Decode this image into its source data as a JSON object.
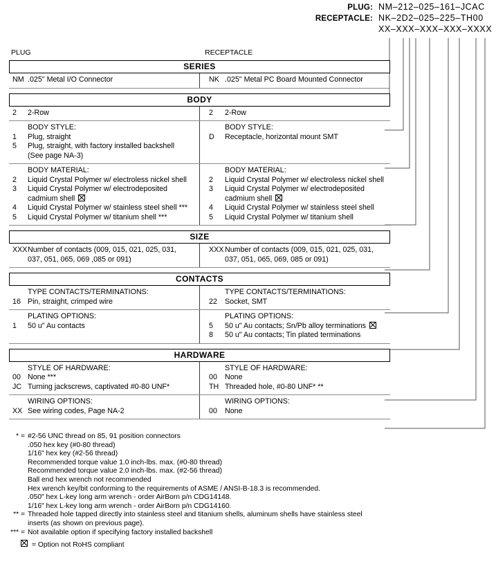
{
  "part_number": {
    "plug_label": "PLUG:",
    "plug_code": "NM–212–025–161–JCAC",
    "receptacle_label": "RECEPTACLE:",
    "receptacle_code": "NK–2D2–025–225–TH00",
    "mask_code": "XX–XXX–XXX–XXX–XXXX"
  },
  "columns": {
    "left": "PLUG",
    "right": "RECEPTACLE"
  },
  "sections": [
    {
      "title": "SERIES",
      "blocks": [
        {
          "left": {
            "sublabel": "",
            "options": [
              {
                "code": "NM",
                "text": ".025\" Metal I/O Connector"
              }
            ]
          },
          "right": {
            "sublabel": "",
            "options": [
              {
                "code": "NK",
                "text": ".025\" Metal PC Board Mounted Connector"
              }
            ]
          }
        }
      ]
    },
    {
      "title": "BODY",
      "blocks": [
        {
          "left": {
            "sublabel": "",
            "options": [
              {
                "code": "2",
                "text": "2-Row"
              }
            ]
          },
          "right": {
            "sublabel": "",
            "options": [
              {
                "code": "2",
                "text": "2-Row"
              }
            ]
          }
        },
        {
          "left": {
            "sublabel": "BODY STYLE:",
            "options": [
              {
                "code": "1",
                "text": "Plug, straight"
              },
              {
                "code": "5",
                "text": "Plug, straight, with factory installed backshell"
              },
              {
                "code": "",
                "text": "(See page NA-3)"
              }
            ]
          },
          "right": {
            "sublabel": "BODY STYLE:",
            "options": [
              {
                "code": "D",
                "text": "Receptacle, horizontal mount SMT"
              }
            ]
          }
        },
        {
          "left": {
            "sublabel": "BODY MATERIAL:",
            "options": [
              {
                "code": "2",
                "text": "Liquid Crystal Polymer w/ electroless nickel shell"
              },
              {
                "code": "3",
                "text": "Liquid Crystal Polymer w/ electrodeposited"
              },
              {
                "code": "",
                "text": "cadmium shell",
                "rohs": true
              },
              {
                "code": "4",
                "text": "Liquid Crystal Polymer w/ stainless steel shell ***"
              },
              {
                "code": "5",
                "text": "Liquid Crystal Polymer w/ titanium shell ***"
              }
            ]
          },
          "right": {
            "sublabel": "BODY MATERIAL:",
            "options": [
              {
                "code": "2",
                "text": "Liquid Crystal Polymer w/ electroless nickel shell"
              },
              {
                "code": "3",
                "text": "Liquid Crystal Polymer w/ electrodeposited"
              },
              {
                "code": "",
                "text": "cadmium shell",
                "rohs": true
              },
              {
                "code": "4",
                "text": "Liquid Crystal Polymer w/ stainless steel shell"
              },
              {
                "code": "5",
                "text": "Liquid Crystal Polymer w/ titanium shell"
              }
            ]
          }
        }
      ]
    },
    {
      "title": "SIZE",
      "blocks": [
        {
          "left": {
            "sublabel": "",
            "options": [
              {
                "code": "XXX",
                "text": "Number of contacts (009, 015, 021, 025, 031,"
              },
              {
                "code": "",
                "text": "037, 051, 065, 069 ,085 or 091)"
              }
            ]
          },
          "right": {
            "sublabel": "",
            "options": [
              {
                "code": "XXX",
                "text": "Number of contacts (009, 015, 021, 025, 031,"
              },
              {
                "code": "",
                "text": "037, 051, 065, 069, 085 or 091)"
              }
            ]
          }
        }
      ]
    },
    {
      "title": "CONTACTS",
      "blocks": [
        {
          "left": {
            "sublabel": "TYPE CONTACTS/TERMINATIONS:",
            "options": [
              {
                "code": "16",
                "text": "Pin, straight, crimped wire"
              }
            ]
          },
          "right": {
            "sublabel": "TYPE CONTACTS/TERMINATIONS:",
            "options": [
              {
                "code": "22",
                "text": "Socket, SMT"
              }
            ]
          }
        },
        {
          "left": {
            "sublabel": "PLATING OPTIONS:",
            "options": [
              {
                "code": "1",
                "text": "50 u\" Au contacts"
              }
            ]
          },
          "right": {
            "sublabel": "PLATING OPTIONS:",
            "options": [
              {
                "code": "5",
                "text": "50 u\" Au contacts; Sn/Pb alloy terminations",
                "rohs": true
              },
              {
                "code": "8",
                "text": "50 u\" Au contacts; Tin plated terminations"
              }
            ]
          }
        }
      ]
    },
    {
      "title": "HARDWARE",
      "blocks": [
        {
          "left": {
            "sublabel": "STYLE OF HARDWARE:",
            "options": [
              {
                "code": "00",
                "text": "None  ***"
              },
              {
                "code": "JC",
                "text": "Turning jackscrews, captivated #0-80 UNF*"
              }
            ]
          },
          "right": {
            "sublabel": "STYLE OF HARDWARE:",
            "options": [
              {
                "code": "00",
                "text": "None"
              },
              {
                "code": "TH",
                "text": "Threaded hole, #0-80 UNF*  **"
              }
            ]
          }
        },
        {
          "left": {
            "sublabel": "WIRING OPTIONS:",
            "options": [
              {
                "code": "XX",
                "text": "See wiring codes, Page NA-2"
              }
            ]
          },
          "right": {
            "sublabel": "WIRING OPTIONS:",
            "options": [
              {
                "code": "00",
                "text": "None"
              }
            ]
          }
        }
      ]
    }
  ],
  "footnotes": [
    {
      "mark": "* =",
      "lines": [
        "#2-56 UNC thread on 85, 91 position connectors",
        ".050 hex key (#0-80 thread)",
        "1/16\" hex key (#2-56 thread)",
        "Recommended torque value 1.0 inch-lbs. max. (#0-80 thread)",
        "Recommended torque value 2.0 inch-lbs. max. (#2-56 thread)",
        "Ball end hex wrench not recommended",
        "Hex wrench key/bit conforming to the requirements of ASME / ANSI-B-18.3 is recommended.",
        ".050\" hex L-key long arm wrench - order AirBorn p/n CDG14148.",
        "1/16\" hex L-key long arm wrench - order AirBorn p/n CDG14160."
      ]
    },
    {
      "mark": "** =",
      "lines": [
        "Threaded hole tapped directly into stainless steel and titanium shells, aluminum shells have stainless steel",
        "inserts (as shown on previous page)."
      ]
    },
    {
      "mark": "*** =",
      "lines": [
        "Not available option if specifying factory installed backshell"
      ]
    }
  ],
  "rohs_legend": "= Option not RoHS compliant",
  "colors": {
    "ink": "#000000",
    "rule": "#8a8a8a",
    "divider": "#3a3a3a",
    "leader": "#555555"
  }
}
